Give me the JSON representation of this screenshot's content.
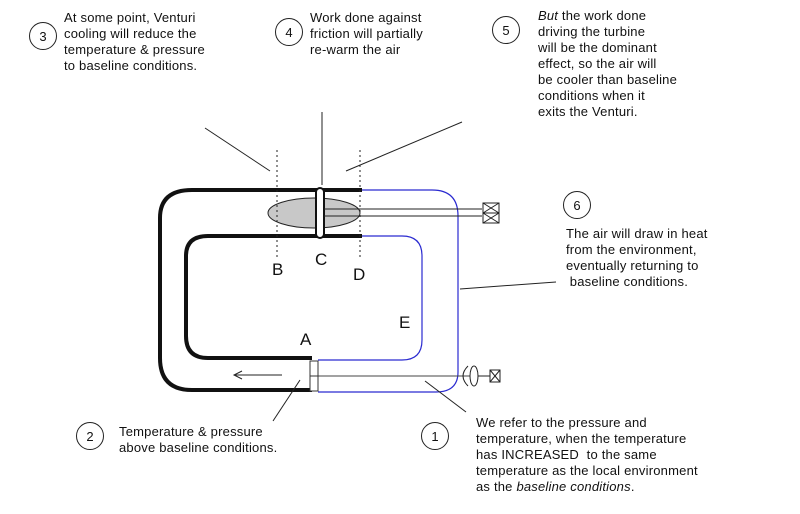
{
  "notes": {
    "n1": {
      "number": "1",
      "l1": "We refer to the pressure and",
      "l2": "temperature, when the temperature",
      "l3": "has INCREASED  to the same",
      "l4": "temperature as the local environment",
      "l5_prefix": "as the ",
      "l5_em": "baseline conditions",
      "l5_suffix": "."
    },
    "n2": {
      "number": "2",
      "l1": "Temperature & pressure",
      "l2": "above baseline conditions."
    },
    "n3": {
      "number": "3",
      "l1": "At some point, Venturi",
      "l2": "cooling  will reduce the",
      "l3": "temperature & pressure",
      "l4": "to baseline conditions."
    },
    "n4": {
      "number": "4",
      "l1": "Work done against",
      "l2": "friction will partially",
      "l3": "re-warm  the air"
    },
    "n5": {
      "number": "5",
      "l1_em": "But",
      "l1_rest": " the work done",
      "l2": "driving the turbine",
      "l3": "will be the dominant",
      "l4": "effect, so the air will",
      "l5": "be cooler than baseline",
      "l6": "conditions when it",
      "l7": "exits the Venturi."
    },
    "n6": {
      "number": "6",
      "l1": "The air will draw in heat",
      "l2": "from the environment,",
      "l3": "eventually returning to",
      "l4": " baseline conditions."
    }
  },
  "points": {
    "A": "A",
    "B": "B",
    "C": "C",
    "D": "D",
    "E": "E"
  },
  "colors": {
    "warm_duct": "#111111",
    "cool_duct": "#2a2ad0",
    "turbine_fill": "#c8c8c8"
  }
}
